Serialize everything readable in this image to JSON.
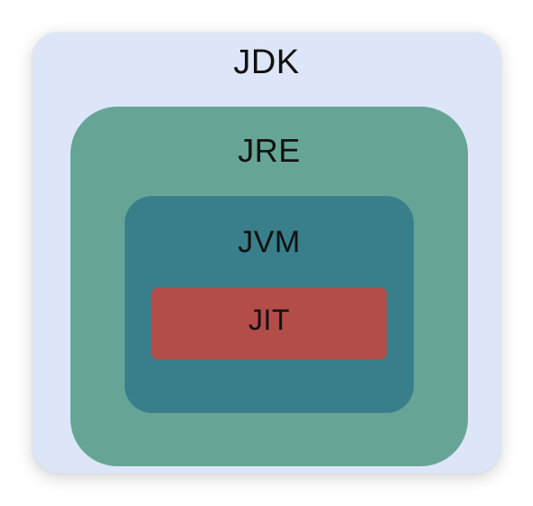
{
  "layers": {
    "jdk": {
      "label": "JDK",
      "color": "#dde6f8"
    },
    "jre": {
      "label": "JRE",
      "color": "#66a596"
    },
    "jvm": {
      "label": "JVM",
      "color": "#387f8b"
    },
    "jit": {
      "label": "JIT",
      "color": "#b24d49"
    }
  }
}
